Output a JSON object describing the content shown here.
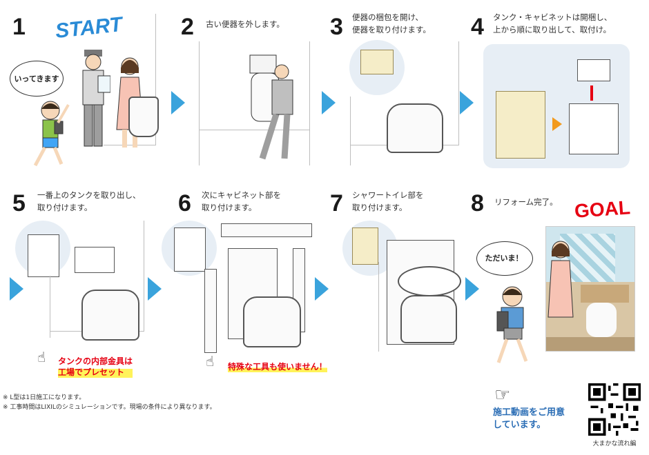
{
  "labels": {
    "start": "START",
    "goal": "GOAL",
    "leaving": "いってきます",
    "returning": "ただいま！"
  },
  "steps": [
    {
      "number": "1",
      "caption": ""
    },
    {
      "number": "2",
      "caption": "古い便器を外します。"
    },
    {
      "number": "3",
      "caption": "便器の梱包を開け、\n便器を取り付けます。"
    },
    {
      "number": "4",
      "caption": "タンク・キャビネットは開梱し、\n上から順に取り出して、取付け。"
    },
    {
      "number": "5",
      "caption": "一番上のタンクを取り出し、\n取り付けます。"
    },
    {
      "number": "6",
      "caption": "次にキャビネット部を\n取り付けます。"
    },
    {
      "number": "7",
      "caption": "シャワートイレ部を\n取り付けます。"
    },
    {
      "number": "8",
      "caption": "リフォーム完了。"
    }
  ],
  "callouts": {
    "step5": "タンクの内部金具は\n工場でプレセット",
    "step6": "特殊な工具も使いません！"
  },
  "footnotes": [
    "※ L型は1日施工になります。",
    "※ 工事時間はLIXILのシミュレーションです。現場の条件により異なります。"
  ],
  "video": {
    "text": "施工動画をご用意\nしています。",
    "qr_caption": "大まかな流れ編"
  },
  "colors": {
    "arrow": "#3aa3dc",
    "start": "#2a8bd6",
    "goal": "#e60012",
    "callout": "#e60012",
    "video_text": "#2a6db5"
  }
}
